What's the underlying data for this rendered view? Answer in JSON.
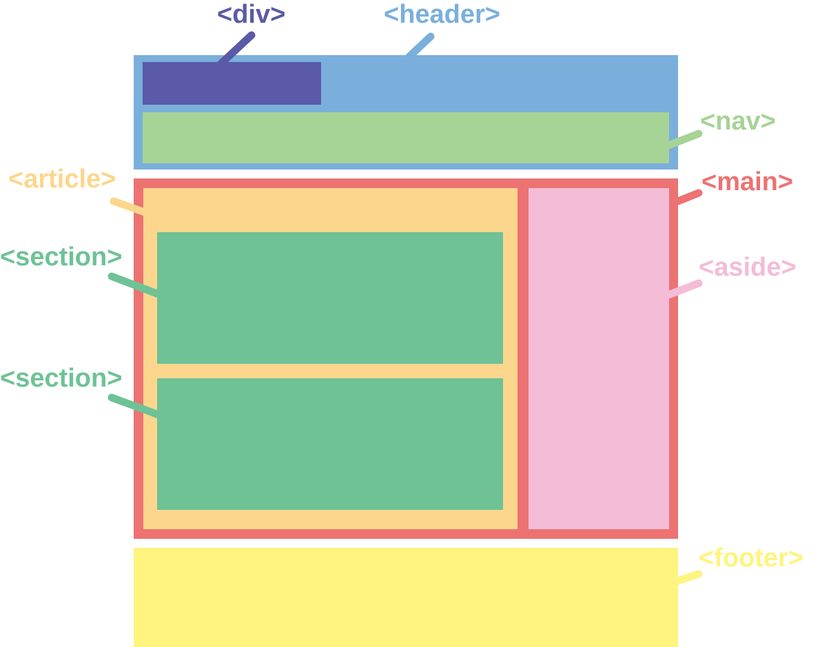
{
  "colors": {
    "div": "#5a5aa8",
    "header": "#7aafdc",
    "nav": "#a6d396",
    "main": "#ed7272",
    "article": "#fbd68c",
    "section": "#6ec296",
    "aside": "#f4bcd6",
    "footer": "#fef47e"
  },
  "labels": {
    "div": "<div>",
    "header": "<header>",
    "nav": "<nav>",
    "article": "<article>",
    "main": "<main>",
    "section_1": "<section>",
    "aside": "<aside>",
    "section_2": "<section>",
    "footer": "<footer>"
  }
}
